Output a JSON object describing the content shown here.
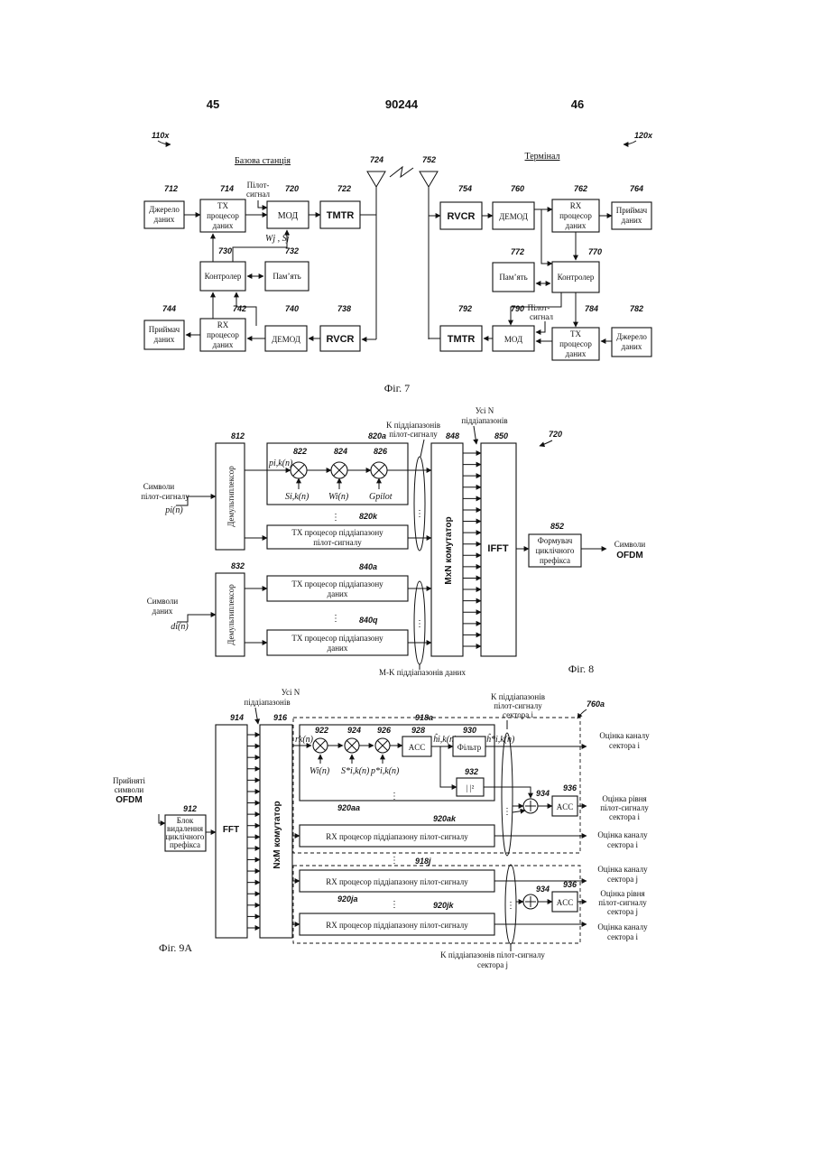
{
  "header": {
    "page_left": "45",
    "patent_no": "90244",
    "page_right": "46"
  },
  "fig7": {
    "ref_base": "110x",
    "ref_term": "120x",
    "title_base": "Базова станція",
    "title_term": "Термінал",
    "ant_base": "724",
    "ant_term": "752",
    "b712": "712",
    "src_l1": "Джерело",
    "src_l2": "даних",
    "b714": "714",
    "tx_l1": "TX",
    "tx_l2": "процесор",
    "tx_l3": "даних",
    "pilot_l1": "Пілот-",
    "pilot_l2": "сигнал",
    "b720": "720",
    "mod": "МОД",
    "b722": "722",
    "tmtr": "TMTR",
    "wj_sj": "Wj , Sj",
    "b730": "730",
    "ctrl": "Контролер",
    "b732": "732",
    "mem": "Пам’ять",
    "b744": "744",
    "rcv_l1": "Приймач",
    "rcv_l2": "даних",
    "b742": "742",
    "rx_l1": "RX",
    "rx_l2": "процесор",
    "rx_l3": "даних",
    "b740": "740",
    "demod": "ДЕМОД",
    "b738": "738",
    "rvcr": "RVCR",
    "b754": "754",
    "b760": "760",
    "b762": "762",
    "b764": "764",
    "b772": "772",
    "b770": "770",
    "b792": "792",
    "b790": "790",
    "b784": "784",
    "b782": "782",
    "caption": "Фіг. 7"
  },
  "fig8": {
    "ref": "720",
    "sym_pilot_l1": "Символи",
    "sym_pilot_l2": "пілот-сигналу",
    "sym_pilot_var": "pi(n)",
    "sym_data_l1": "Символи",
    "sym_data_l2": "даних",
    "sym_data_var": "di(n)",
    "b812": "812",
    "b832": "832",
    "demux": "Демультиплексор",
    "k_pilot_l1": "K піддіапазонів",
    "k_pilot_l2": "пілот-сигналу",
    "all_n_l1": "Усі N",
    "all_n_l2": "піддіапазонів",
    "b848": "848",
    "b850": "850",
    "b820a": "820a",
    "b822": "822",
    "b824": "824",
    "b826": "826",
    "pik": "pi,k(n)",
    "sik": "Si,k(n)",
    "wi": "Wi(n)",
    "gpilot": "Gpilot",
    "b820k": "820k",
    "txp_l1": "TX процесор піддіапазону",
    "txp_l2": "пілот-сигналу",
    "b840a": "840a",
    "b840q": "840q",
    "txd_l1": "TX процесор піддіапазону",
    "txd_l2": "даних",
    "switch": "MxN комутатор",
    "ifft": "IFFT",
    "b852": "852",
    "cp_l1": "Формувач",
    "cp_l2": "циклічного",
    "cp_l3": "префікса",
    "out_l1": "Символи",
    "out_l2": "OFDM",
    "mk_data": "M-K піддіапазонів даних",
    "caption": "Фіг. 8"
  },
  "fig9": {
    "ref": "760a",
    "all_n_l1": "Усі N",
    "all_n_l2": "піддіапазонів",
    "k_top_l1": "K піддіапазонів",
    "k_top_l2": "пілот-сигналу",
    "k_top_l3": "сектора i",
    "b914": "914",
    "b916": "916",
    "b918a": "918a",
    "b918j": "918j",
    "rcv_l1": "Прийняті",
    "rcv_l2": "символи",
    "rcv_l3": "OFDM",
    "b912": "912",
    "cpr_l1": "Блок",
    "cpr_l2": "видалення",
    "cpr_l3": "циклічного",
    "cpr_l4": "префікса",
    "fft": "FFT",
    "switch": "NxM комутатор",
    "rk": "rk(n)",
    "b922": "922",
    "b924": "924",
    "b926": "926",
    "b928": "928",
    "b930": "930",
    "wi": "Wi(n)",
    "sik": "S*i,k(n)",
    "pik": "p*i,k(n)",
    "acc": "ACC",
    "filt": "Фільтр",
    "hik": "ĥi,k(n)",
    "hhat": "ĥ*i,k(n)",
    "b932": "932",
    "abs2": "| |²",
    "b934": "934",
    "b936": "936",
    "b920aa": "920aa",
    "b920ak": "920ak",
    "b920ja": "920ja",
    "b920jk": "920jk",
    "rxp": "RX процесор піддіапазону пілот-сигналу",
    "out_ch_i_l1": "Оцінка каналу",
    "out_ch_i_l2": "сектора i",
    "out_lvl_i_l1": "Оцінка рівня",
    "out_lvl_i_l2": "пілот-сигналу",
    "out_lvl_i_l3": "сектора i",
    "out_ch_i2_l1": "Оцінка каналу",
    "out_ch_i2_l2": "сектора i",
    "out_ch_j_l1": "Оцінка каналу",
    "out_ch_j_l2": "сектора j",
    "out_lvl_j_l1": "Оцінка рівня",
    "out_lvl_j_l2": "пілот-сигналу",
    "out_lvl_j_l3": "сектора j",
    "out_ch_i3_l1": "Оцінка каналу",
    "out_ch_i3_l2": "сектора i",
    "k_bot_l1": "K піддіапазонів пілот-сигналу",
    "k_bot_l2": "сектора j",
    "caption": "Фіг. 9A"
  }
}
